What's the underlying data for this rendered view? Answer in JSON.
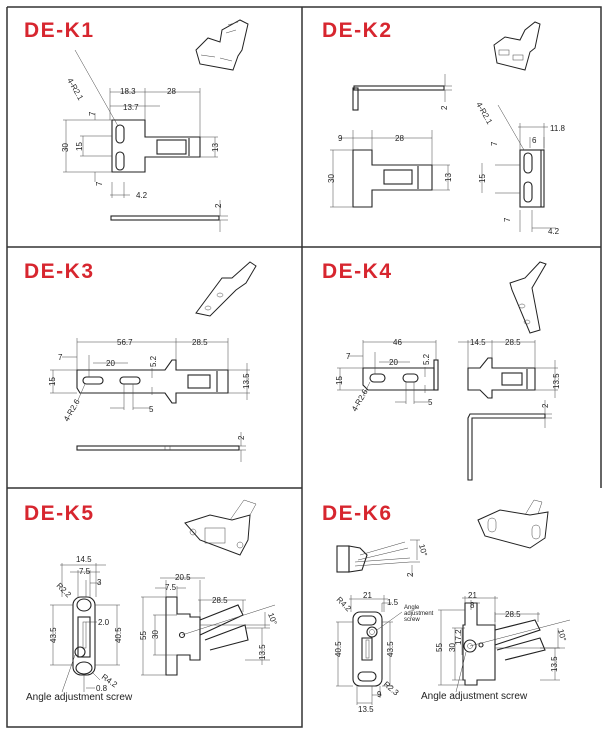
{
  "title_color": "#d7262f",
  "panels": [
    {
      "title": "DE-K1",
      "dims": [
        "4-R2.1",
        "18.3",
        "28",
        "13.7",
        "7",
        "30",
        "15",
        "13",
        "7",
        "4.2",
        "2"
      ]
    },
    {
      "title": "DE-K2",
      "dims": [
        "2",
        "9",
        "28",
        "30",
        "13",
        "4-R2.1",
        "11.8",
        "6",
        "7",
        "15",
        "7",
        "4.2"
      ]
    },
    {
      "title": "DE-K3",
      "dims": [
        "56.7",
        "28.5",
        "7",
        "20",
        "5.2",
        "15",
        "13.5",
        "4-R2.6",
        "5",
        "2"
      ]
    },
    {
      "title": "DE-K4",
      "dims": [
        "46",
        "14.5",
        "28.5",
        "7",
        "20",
        "5.2",
        "15",
        "4-R2.6",
        "5",
        "13.5",
        "2"
      ]
    },
    {
      "title": "DE-K5",
      "dims": [
        "14.5",
        "7.5",
        "3",
        "R2.2",
        "2.0",
        "43.5",
        "40.5",
        "R4.2",
        "0.8",
        "20.5",
        "7.5",
        "28.5",
        "55",
        "30",
        "10°",
        "13.5"
      ],
      "note": "Angle adjustment screw"
    },
    {
      "title": "DE-K6",
      "dims": [
        "10°",
        "2",
        "21",
        "1.5",
        "R4.2",
        "40.5",
        "43.5",
        "R2.3",
        "9",
        "13.5",
        "21",
        "8",
        "28.5",
        "17.2",
        "55",
        "30",
        "10°",
        "13.5"
      ],
      "note": "Angle adjustment screw",
      "note_small": [
        "Angle",
        "adjustment",
        "screw"
      ]
    }
  ]
}
